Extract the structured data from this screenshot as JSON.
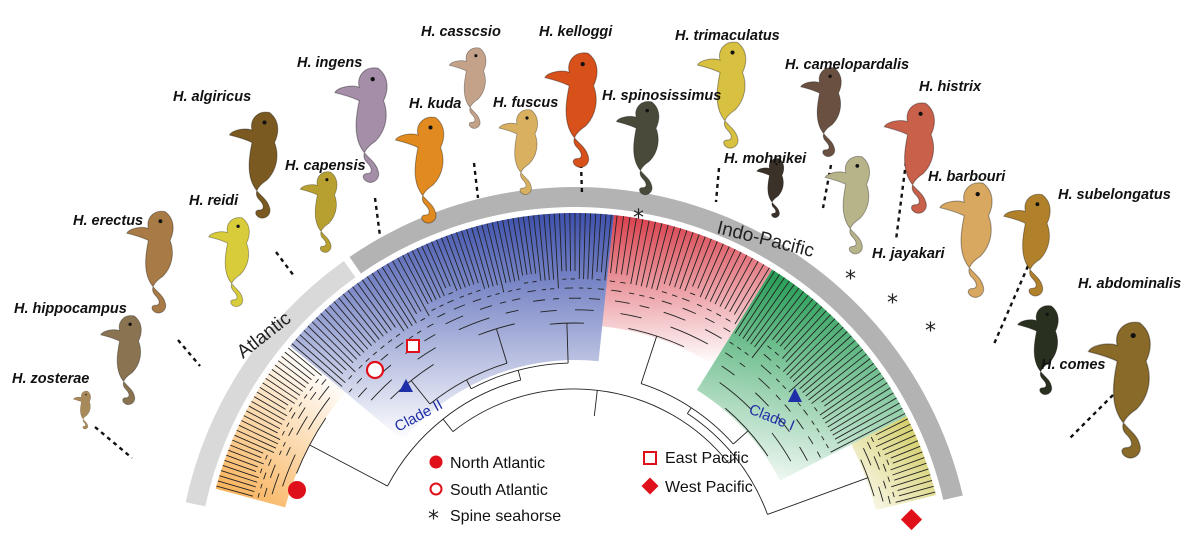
{
  "colors": {
    "atlantic_band": "#d9d9d9",
    "indopacific_band": "#b3b3b3",
    "orange_clade": "#f7b35a",
    "blue_clade": "#4455b0",
    "red_clade": "#d9404a",
    "green_clade": "#2ea05a",
    "yellow_clade": "#c9c24a",
    "marker_red": "#e0101a",
    "marker_blue": "#1f2fa8"
  },
  "bands": {
    "atlantic": "Atlantic",
    "indo_pacific": "Indo-Pacific"
  },
  "clades": {
    "clade_2": "Clade II",
    "clade_1": "Clade I"
  },
  "legend": {
    "north_atlantic": "North Atlantic",
    "south_atlantic": "South Atlantic",
    "spine_seahorse": "Spine seahorse",
    "east_pacific": "East Pacific",
    "west_pacific": "West Pacific"
  },
  "spine_symbol": "*",
  "species": [
    "H. zosterae",
    "H. hippocampus",
    "H. erectus",
    "H. reidi",
    "H. algiricus",
    "H. capensis",
    "H. ingens",
    "H. kuda",
    "H. casscsio",
    "H. fuscus",
    "H. kelloggi",
    "H. spinosissimus",
    "H. trimaculatus",
    "H. mohnikei",
    "H. camelopardalis",
    "H. histrix",
    "H. jayakari",
    "H. barbouri",
    "H. subelongatus",
    "H. comes",
    "H. abdominalis"
  ]
}
